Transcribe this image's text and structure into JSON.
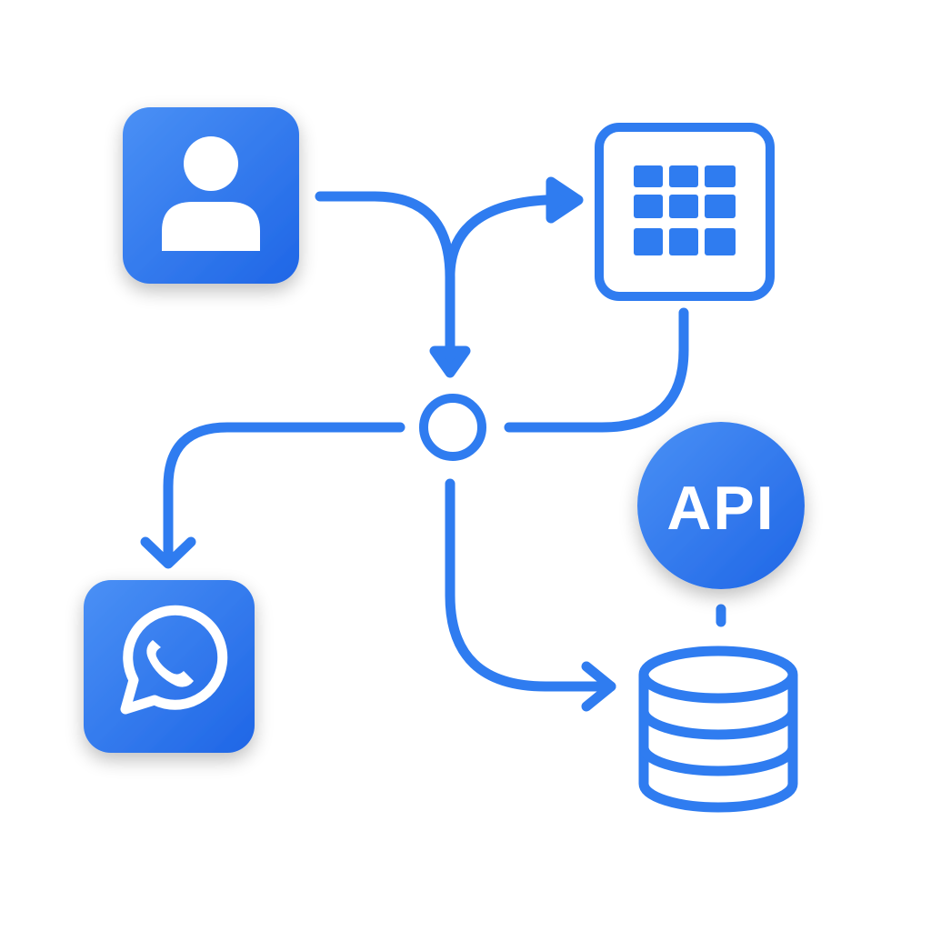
{
  "colors": {
    "primary": "#2f7cf0",
    "primary_light": "#4a90f5",
    "primary_dark": "#1f66e6",
    "background": "#ffffff",
    "icon_fill": "#ffffff"
  },
  "nodes": {
    "user": {
      "icon": "user-icon"
    },
    "table": {
      "icon": "table-grid-icon"
    },
    "hub": {
      "icon": "hub-circle"
    },
    "whatsapp": {
      "icon": "whatsapp-icon"
    },
    "api": {
      "icon": "api-circle-icon",
      "label": "API"
    },
    "database": {
      "icon": "database-icon"
    }
  },
  "connections": [
    {
      "from": "user",
      "to": "hub"
    },
    {
      "from": "user",
      "to": "table"
    },
    {
      "from": "table",
      "to": "hub"
    },
    {
      "from": "hub",
      "to": "whatsapp"
    },
    {
      "from": "hub",
      "to": "database"
    },
    {
      "from": "api",
      "to": "database"
    }
  ]
}
